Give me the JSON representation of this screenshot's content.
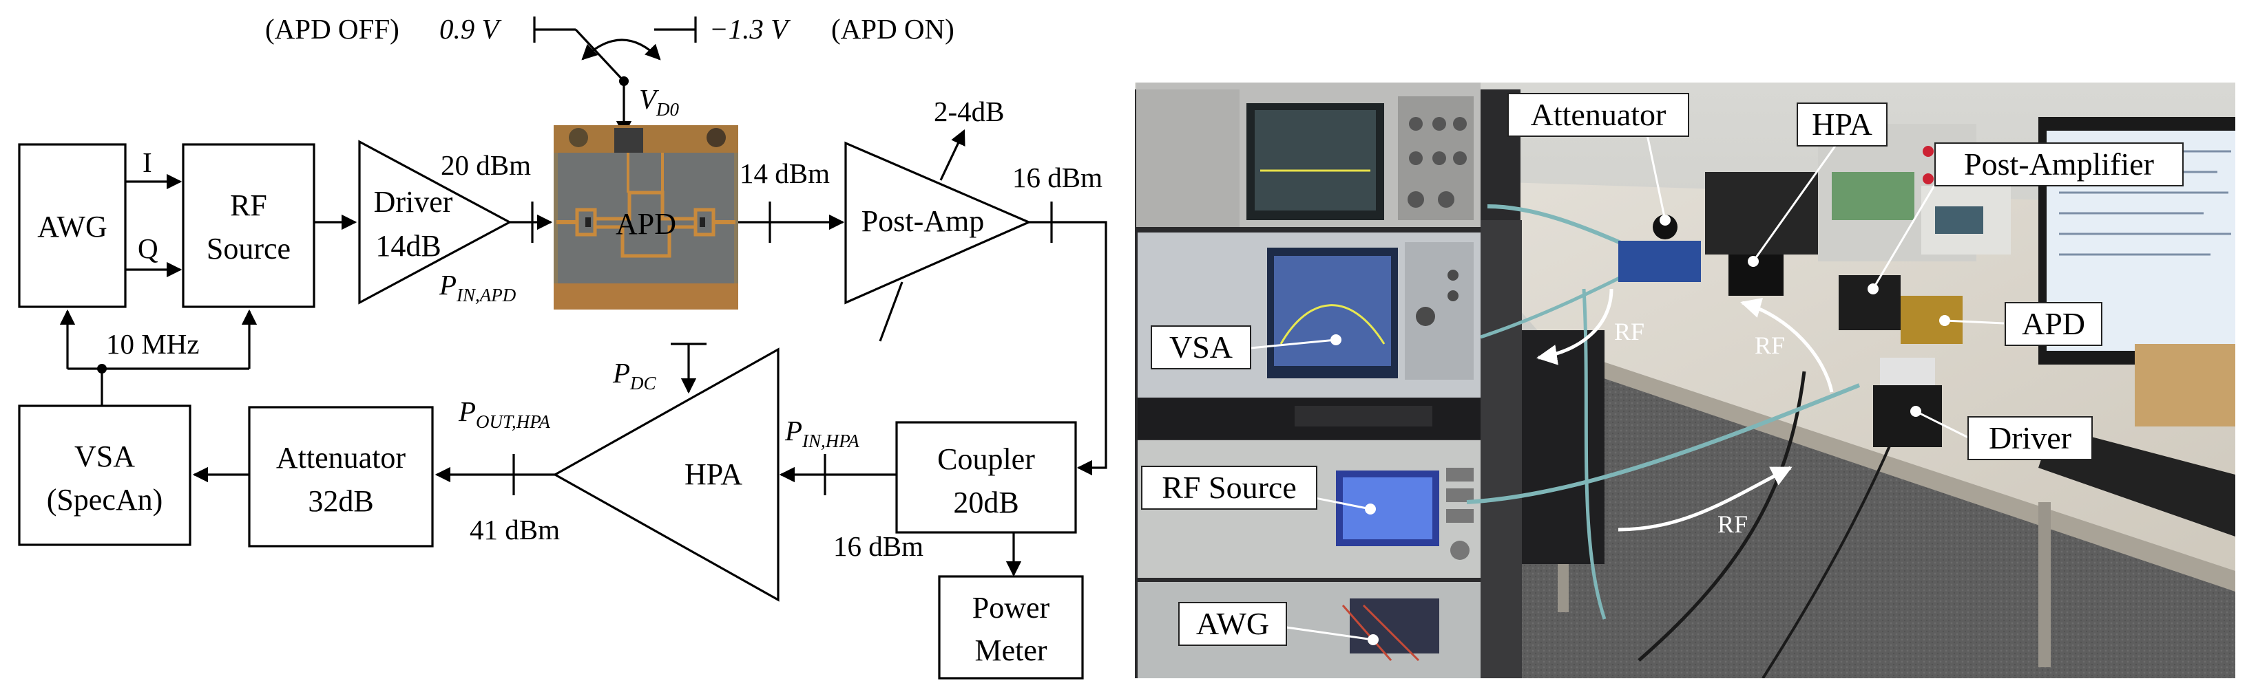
{
  "diagram": {
    "bias": {
      "left_state": "(APD OFF)",
      "left_voltage": "0.9 V",
      "right_voltage": "−1.3 V",
      "right_state": "(APD ON)",
      "node_label": "V",
      "node_sub": "D0"
    },
    "blocks": {
      "awg": "AWG",
      "rf_source_line1": "RF",
      "rf_source_line2": "Source",
      "driver_line1": "Driver",
      "driver_line2": "14dB",
      "apd": "APD",
      "post_amp": "Post-Amp",
      "hpa": "HPA",
      "coupler_line1": "Coupler",
      "coupler_line2": "20dB",
      "power_meter_line1": "Power",
      "power_meter_line2": "Meter",
      "attenuator_line1": "Attenuator",
      "attenuator_line2": "32dB",
      "vsa_line1": "VSA",
      "vsa_line2": "(SpecAn)"
    },
    "signals": {
      "i": "I",
      "q": "Q",
      "ref_clock": "10 MHz",
      "driver_out": "20 dBm",
      "apd_out": "14 dBm",
      "post_amp_gain": "2-4dB",
      "post_amp_out": "16 dBm",
      "coupler_out": "16 dBm",
      "hpa_out": "41 dBm",
      "p_in_apd": "P",
      "p_in_apd_sub": "IN,APD",
      "p_dc": "P",
      "p_dc_sub": "DC",
      "p_in_hpa": "P",
      "p_in_hpa_sub": "IN,HPA",
      "p_out_hpa": "P",
      "p_out_hpa_sub": "OUT,HPA"
    }
  },
  "photo": {
    "callouts": {
      "attenuator": "Attenuator",
      "hpa": "HPA",
      "post_amplifier": "Post-Amplifier",
      "apd": "APD",
      "driver": "Driver",
      "vsa": "VSA",
      "rf_source": "RF Source",
      "awg": "AWG"
    },
    "rf_labels": [
      "RF",
      "RF",
      "RF"
    ]
  },
  "colors": {
    "pcb_substrate": "#6f7272",
    "pcb_trace": "#c98a3c",
    "cable": "#7fb6b8",
    "desk": "#d9d4ca",
    "floor": "#5e5e5e",
    "rack": "#2a2a2c"
  }
}
